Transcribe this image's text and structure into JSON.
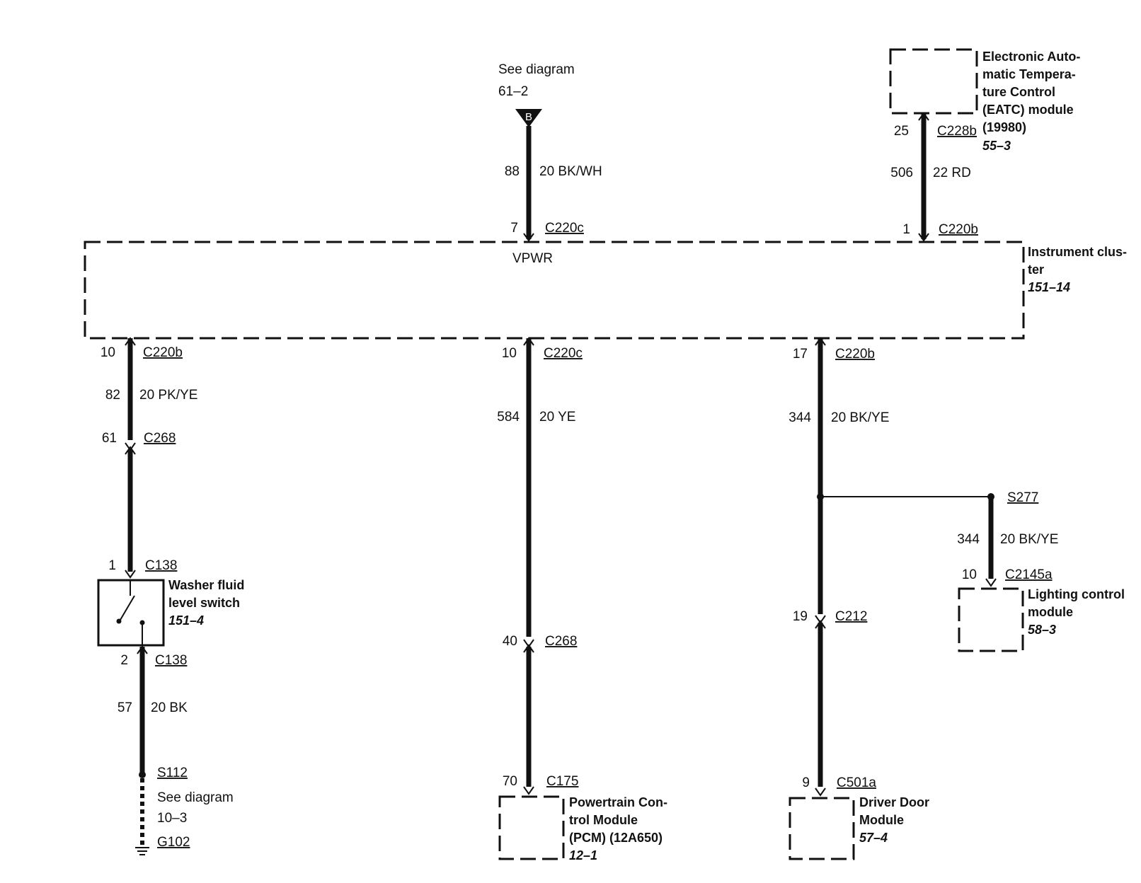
{
  "top_source": {
    "line1": "See diagram",
    "line2": "61–2",
    "connector_letter": "B"
  },
  "top_wire": {
    "circuit": "88",
    "gauge_color": "20 BK/WH",
    "pin": "7",
    "connector": "C220c"
  },
  "eatc": {
    "line1": "Electronic Auto-",
    "line2": "matic Tempera-",
    "line3": "ture Control",
    "line4": "(EATC) module",
    "line5": "(19980)",
    "ref": "55–3",
    "pin": "25",
    "connector": "C228b",
    "circuit": "506",
    "gauge_color": "22 RD",
    "cluster_pin": "1",
    "cluster_connector": "C220b"
  },
  "cluster": {
    "inner_label": "VPWR",
    "line1": "Instrument clus-",
    "line2": "ter",
    "ref": "151–14"
  },
  "left_branch": {
    "cluster_pin": "10",
    "cluster_connector": "C220b",
    "circuit": "82",
    "gauge_color": "20 PK/YE",
    "inline_pin": "61",
    "inline_connector": "C268",
    "switch_pin_top": "1",
    "switch_connector_top": "C138",
    "switch_line1": "Washer fluid",
    "switch_line2": "level switch",
    "switch_ref": "151–4",
    "switch_pin_bottom": "2",
    "switch_connector_bottom": "C138",
    "ground_circuit": "57",
    "ground_gauge_color": "20 BK",
    "splice": "S112",
    "see1": "See diagram",
    "see2": "10–3",
    "ground": "G102"
  },
  "middle_branch": {
    "cluster_pin": "10",
    "cluster_connector": "C220c",
    "circuit": "584",
    "gauge_color": "20 YE",
    "inline_pin": "40",
    "inline_connector": "C268",
    "pcm_pin": "70",
    "pcm_connector": "C175",
    "pcm_line1": "Powertrain Con-",
    "pcm_line2": "trol Module",
    "pcm_line3": "(PCM) (12A650)",
    "pcm_ref": "12–1"
  },
  "right_branch": {
    "cluster_pin": "17",
    "cluster_connector": "C220b",
    "circuit": "344",
    "gauge_color": "20 BK/YE",
    "inline_pin": "19",
    "inline_connector": "C212",
    "ddm_pin": "9",
    "ddm_connector": "C501a",
    "ddm_line1": "Driver Door",
    "ddm_line2": "Module",
    "ddm_ref": "57–4",
    "splice": "S277",
    "lcm_circuit": "344",
    "lcm_gauge_color": "20 BK/YE",
    "lcm_pin": "10",
    "lcm_connector": "C2145a",
    "lcm_line1": "Lighting control",
    "lcm_line2": "module",
    "lcm_ref": "58–3"
  }
}
